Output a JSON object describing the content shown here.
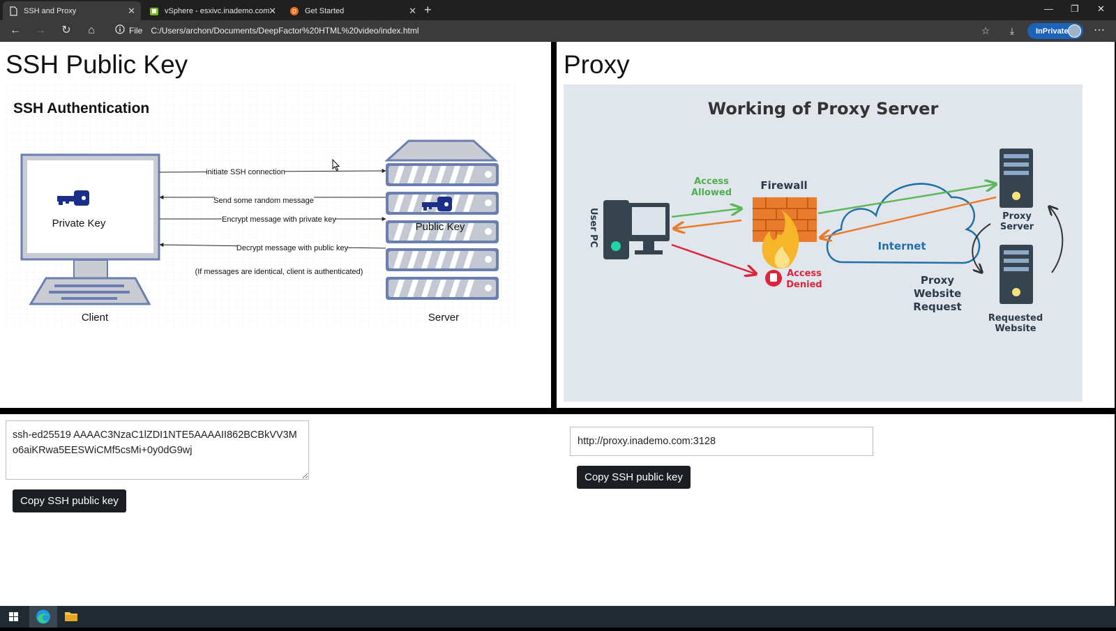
{
  "browser": {
    "tabs": [
      {
        "label": "SSH and Proxy",
        "active": true
      },
      {
        "label": "vSphere - esxivc.inademo.com -",
        "active": false
      },
      {
        "label": "Get Started",
        "active": false
      }
    ],
    "address": {
      "file_label": "File",
      "url": "C:/Users/archon/Documents/DeepFactor%20HTML%20video/index.html"
    },
    "inprivate_label": "InPrivate"
  },
  "ssh": {
    "heading": "SSH Public Key",
    "diagram": {
      "title": "SSH Authentication",
      "client_box_label": "Private Key",
      "client_label": "Client",
      "server_key_label": "Public Key",
      "server_label": "Server",
      "messages": [
        "initiate SSH connection",
        "Send some random message",
        "Encrypt message with private key",
        "Decrypt message with public key"
      ],
      "note": "(If messages are identical, client is authenticated)"
    },
    "key_value": "ssh-ed25519 AAAAC3NzaC1lZDI1NTE5AAAAII862BCBkVV3Mo6aiKRwa5EESWiCMf5csMi+0y0dG9wj",
    "copy_button": "Copy SSH public key"
  },
  "proxy": {
    "heading": "Proxy",
    "diagram": {
      "title": "Working of Proxy Server",
      "user_pc": "User PC",
      "access_allowed": [
        "Access",
        "Allowed"
      ],
      "firewall": "Firewall",
      "access_denied": [
        "Access",
        "Denied"
      ],
      "internet": "Internet",
      "proxy_server": [
        "Proxy",
        "Server"
      ],
      "proxy_request": [
        "Proxy",
        "Website",
        "Request"
      ],
      "requested_website": [
        "Requested",
        "Website"
      ]
    },
    "value": "http://proxy.inademo.com:3128",
    "copy_button": "Copy SSH public key"
  },
  "colors": {
    "accent_blue": "#1c62b9",
    "button_dark": "#1b1e22",
    "server_fill": "#6b7fa6",
    "key_color": "#1a2f8a",
    "allowed_green": "#5cb85c",
    "denied_red": "#d9263a",
    "firewall_orange": "#e97b2d"
  }
}
